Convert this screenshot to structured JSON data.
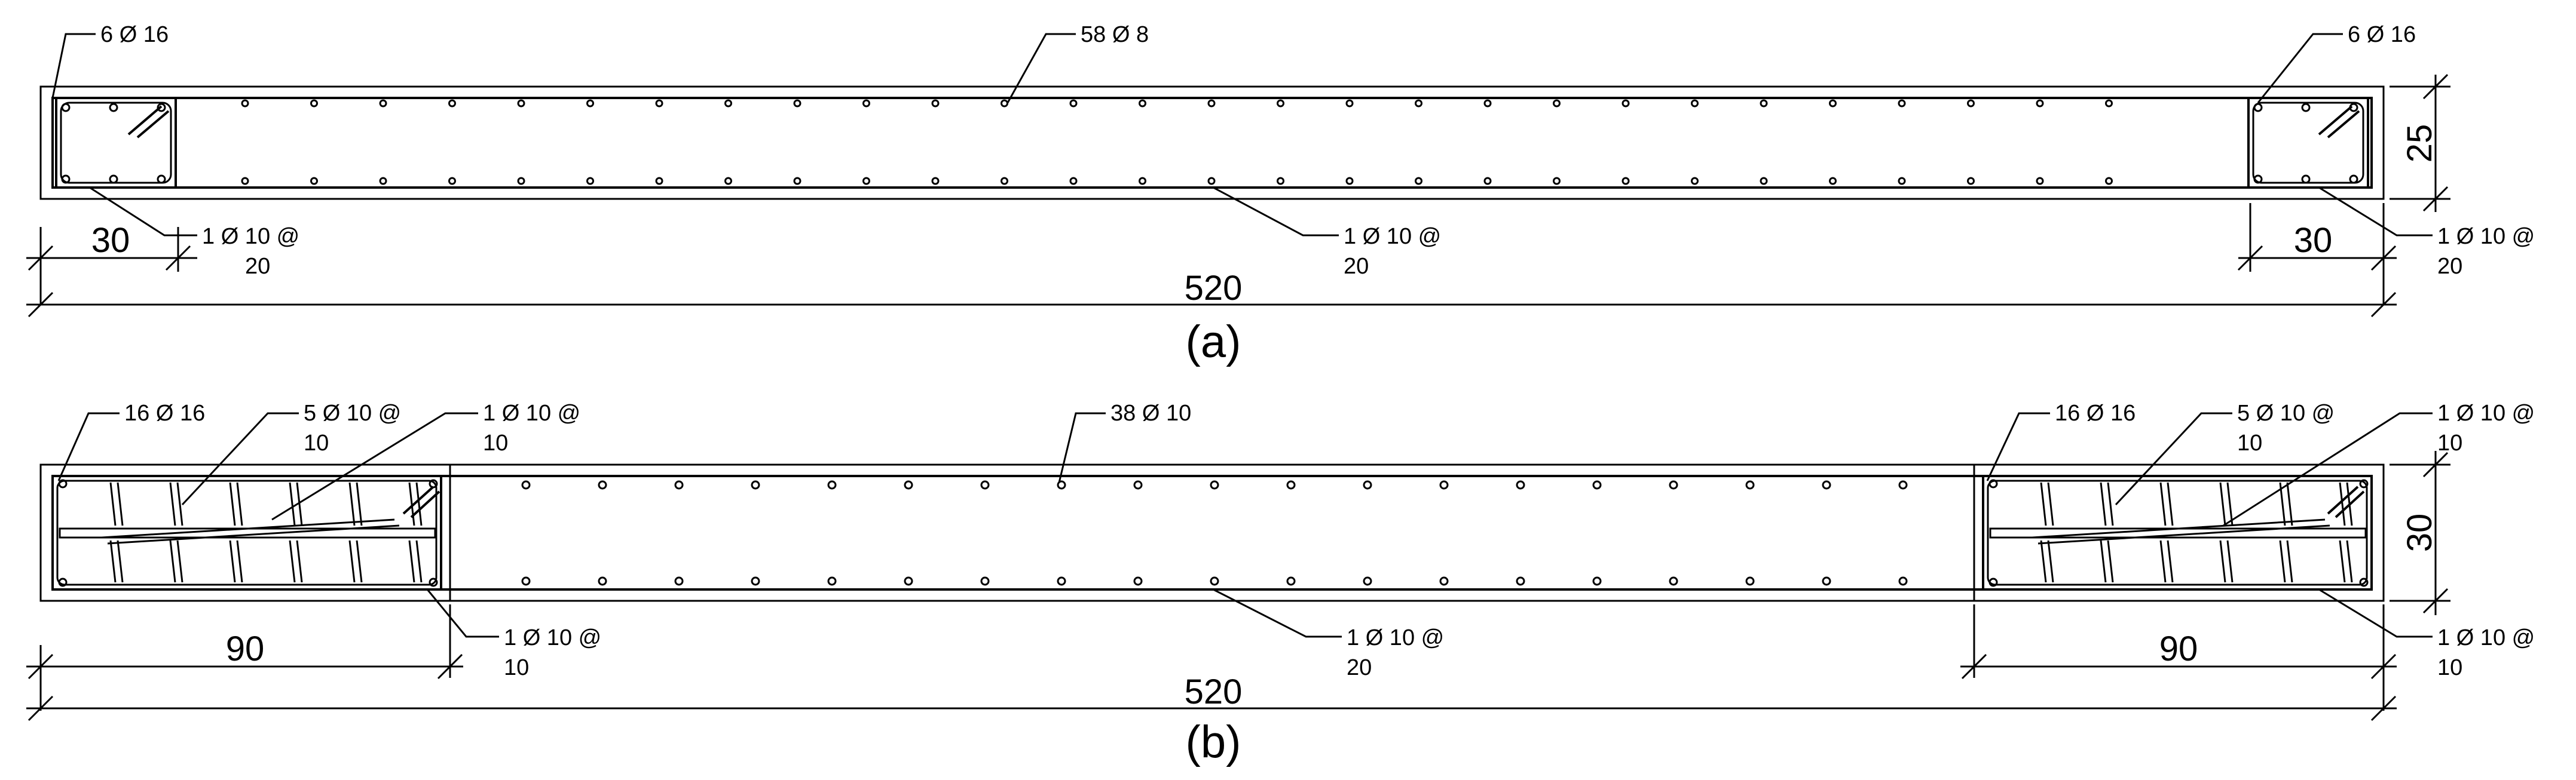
{
  "figure_a": {
    "caption": "(a)",
    "callouts": {
      "left_corner_bars": "6 Ø 16",
      "web_bars": "58 Ø 8",
      "right_corner_bars": "6 Ø 16",
      "left_tie_line1": "1 Ø 10 @",
      "left_tie_line2": "20",
      "web_tie_line1": "1 Ø 10 @",
      "web_tie_line2": "20",
      "right_tie_line1": "1 Ø 10 @",
      "right_tie_line2": "20"
    },
    "dims": {
      "left_end": "30",
      "right_end": "30",
      "total": "520",
      "thickness": "25"
    }
  },
  "figure_b": {
    "caption": "(b)",
    "callouts": {
      "left_corner_bars": "16 Ø 16",
      "left_crossties_line1": "5 Ø 10 @",
      "left_crossties_line2": "10",
      "left_diag_line1": "1 Ø 10 @",
      "left_diag_line2": "10",
      "web_bars": "38 Ø 10",
      "right_corner_bars": "16 Ø 16",
      "right_crossties_line1": "5 Ø 10 @",
      "right_crossties_line2": "10",
      "right_diag_line1": "1 Ø 10 @",
      "right_diag_line2": "10",
      "left_tie_line1": "1 Ø 10 @",
      "left_tie_line2": "10",
      "web_tie_line1": "1 Ø 10 @",
      "web_tie_line2": "20",
      "right_tie_line1": "1 Ø 10 @",
      "right_tie_line2": "10"
    },
    "dims": {
      "left_end": "90",
      "right_end": "90",
      "total": "520",
      "thickness": "30"
    }
  }
}
